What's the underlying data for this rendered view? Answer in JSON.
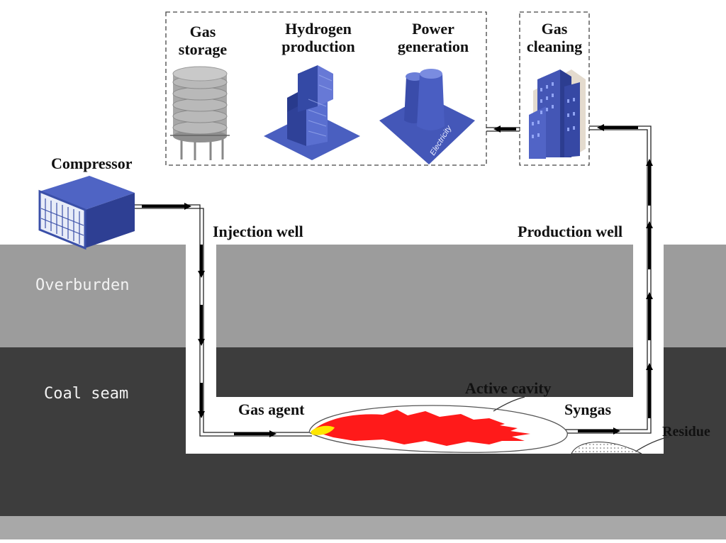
{
  "facilities": {
    "gas_storage": "Gas\nstorage",
    "hydrogen_production": "Hydrogen\nproduction",
    "power_generation": "Power\ngeneration",
    "gas_cleaning": "Gas\ncleaning",
    "electricity_tag": "Electricity"
  },
  "labels": {
    "compressor": "Compressor",
    "injection_well": "Injection well",
    "production_well": "Production well",
    "gas_agent": "Gas agent",
    "active_cavity": "Active cavity",
    "syngas": "Syngas",
    "residue": "Residue"
  },
  "strata": {
    "overburden": "Overburden",
    "coal_seam": "Coal seam"
  },
  "colors": {
    "overburden": "#9c9c9c",
    "coal_seam": "#3d3d3d",
    "equipment_blue": "#3a4fa8",
    "flame": "#ff1a1a",
    "flame_core": "#ffe600"
  }
}
